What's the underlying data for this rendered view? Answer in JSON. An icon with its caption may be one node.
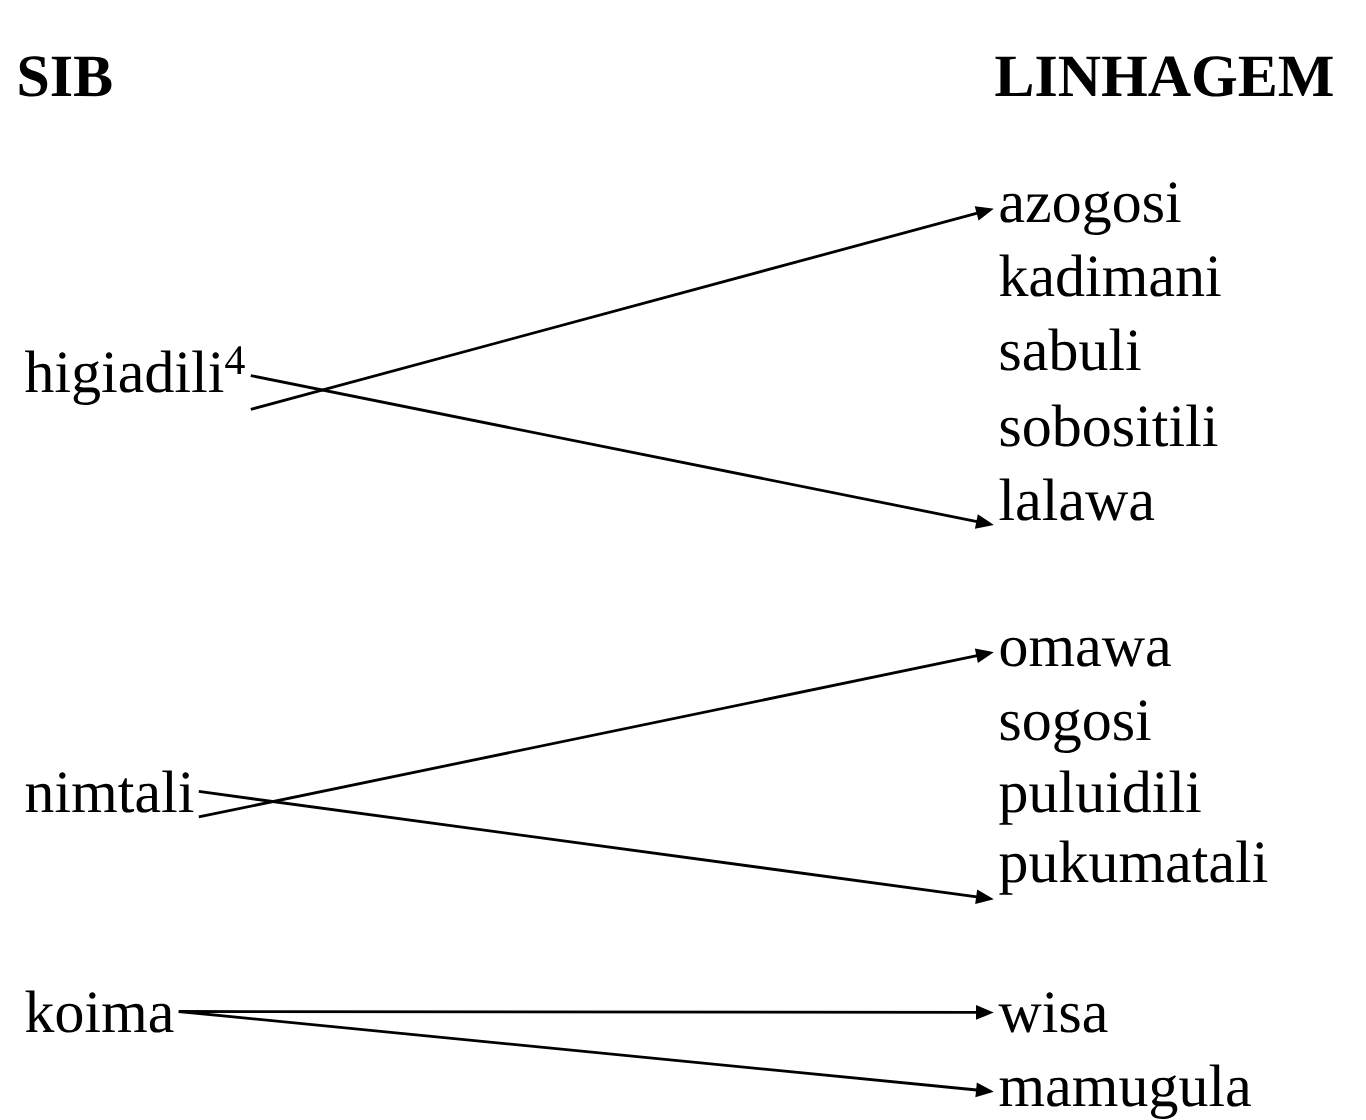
{
  "diagram": {
    "nodes": [
      {
        "text": [
          "higiadili$^{4}$"
        ]
      },
      {
        "text": [
          "nimtali"
        ]
      },
      {
        "text": [
          "koima"
        ]
      },
      {
        "text": [
          "azogosi"
        ]
      },
      {
        "text": [
          "kadimani"
        ]
      },
      {
        "text": [
          "sabuli"
        ]
      },
      {
        "text": [
          "sobositili"
        ]
      },
      {
        "text": [
          "lalawa"
        ]
      },
      {
        "text": [
          "omawa"
        ]
      },
      {
        "text": [
          "sogosi"
        ]
      },
      {
        "text": [
          "puluidili"
        ]
      },
      {
        "text": [
          "pukumatali"
        ]
      },
      {
        "text": [
          "wisa"
        ]
      },
      {
        "text": [
          "mamugula"
        ]
      }
    ],
    "edges": [
      {
        "from": 0,
        "to": 3,
        "arrow": "to"
      },
      {
        "from": 0,
        "to": 7,
        "arrow": "to"
      },
      {
        "from": 1,
        "to": 8,
        "arrow": "to"
      },
      {
        "from": 1,
        "to": 11,
        "arrow": "to"
      },
      {
        "from": 2,
        "to": 12,
        "arrow": "to"
      },
      {
        "from": 2,
        "to": 13,
        "arrow": "to"
      }
    ],
    "labels": [
      "SIB",
      "LINHAGEM"
    ]
  }
}
